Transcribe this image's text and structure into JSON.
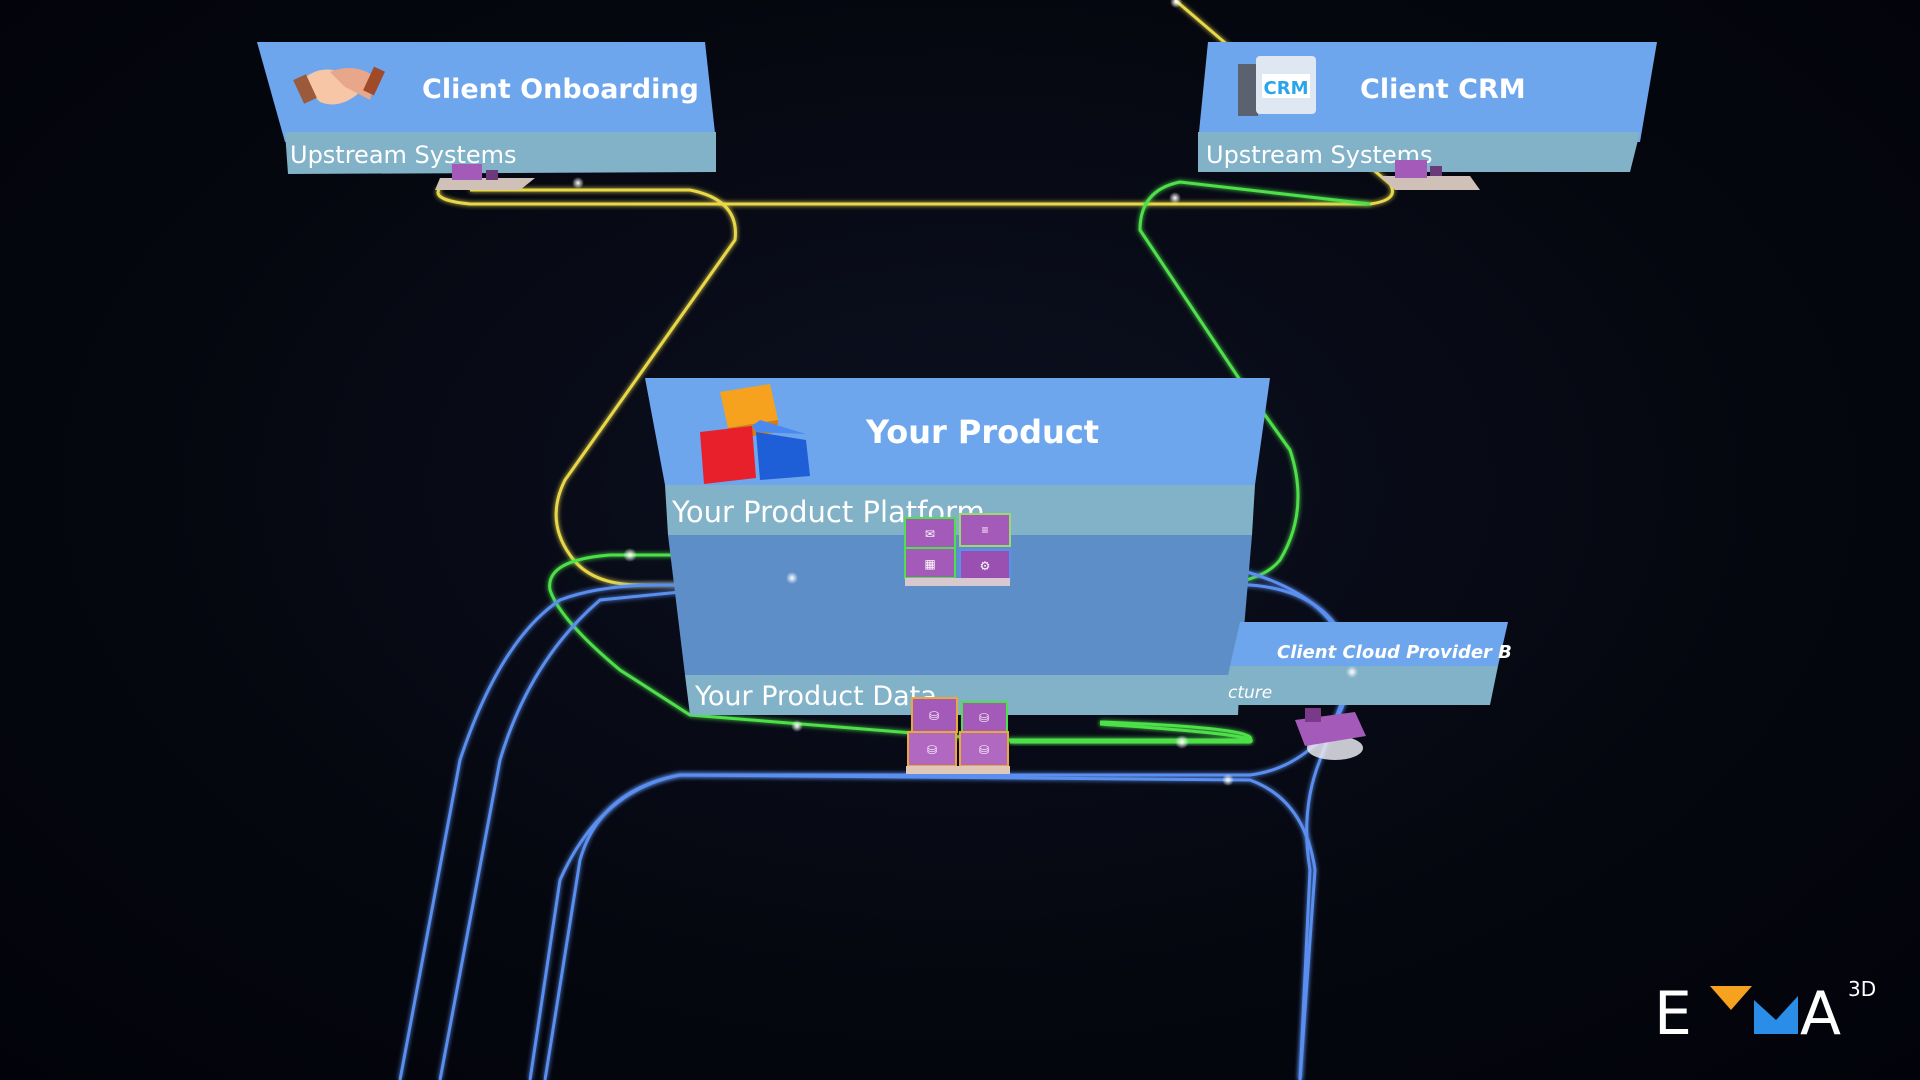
{
  "panels": {
    "onboarding": {
      "title": "Client Onboarding",
      "subtitle": "Upstream Systems",
      "icon": "handshake-icon"
    },
    "crm": {
      "title": "Client CRM",
      "subtitle": "Upstream Systems",
      "icon": "crm-server-icon",
      "icon_text": "CRM"
    },
    "product": {
      "title": "Your Product",
      "platform": "Your Product Platform",
      "data": "Your Product Data",
      "icon": "cubes-icon"
    },
    "cloud_b": {
      "title": "Client Cloud Provider B",
      "subtitle": "cture"
    }
  },
  "logo": {
    "text": "E",
    "suffix": "A",
    "superscript": "3D"
  },
  "colors": {
    "panel_blue": "#6da6ec",
    "panel_band": "#82b2c8",
    "line_yellow": "#e8d84a",
    "line_green": "#4de04a",
    "line_blue": "#5a8ff0",
    "node_purple": "#a45ab8",
    "background": "#05070f"
  }
}
